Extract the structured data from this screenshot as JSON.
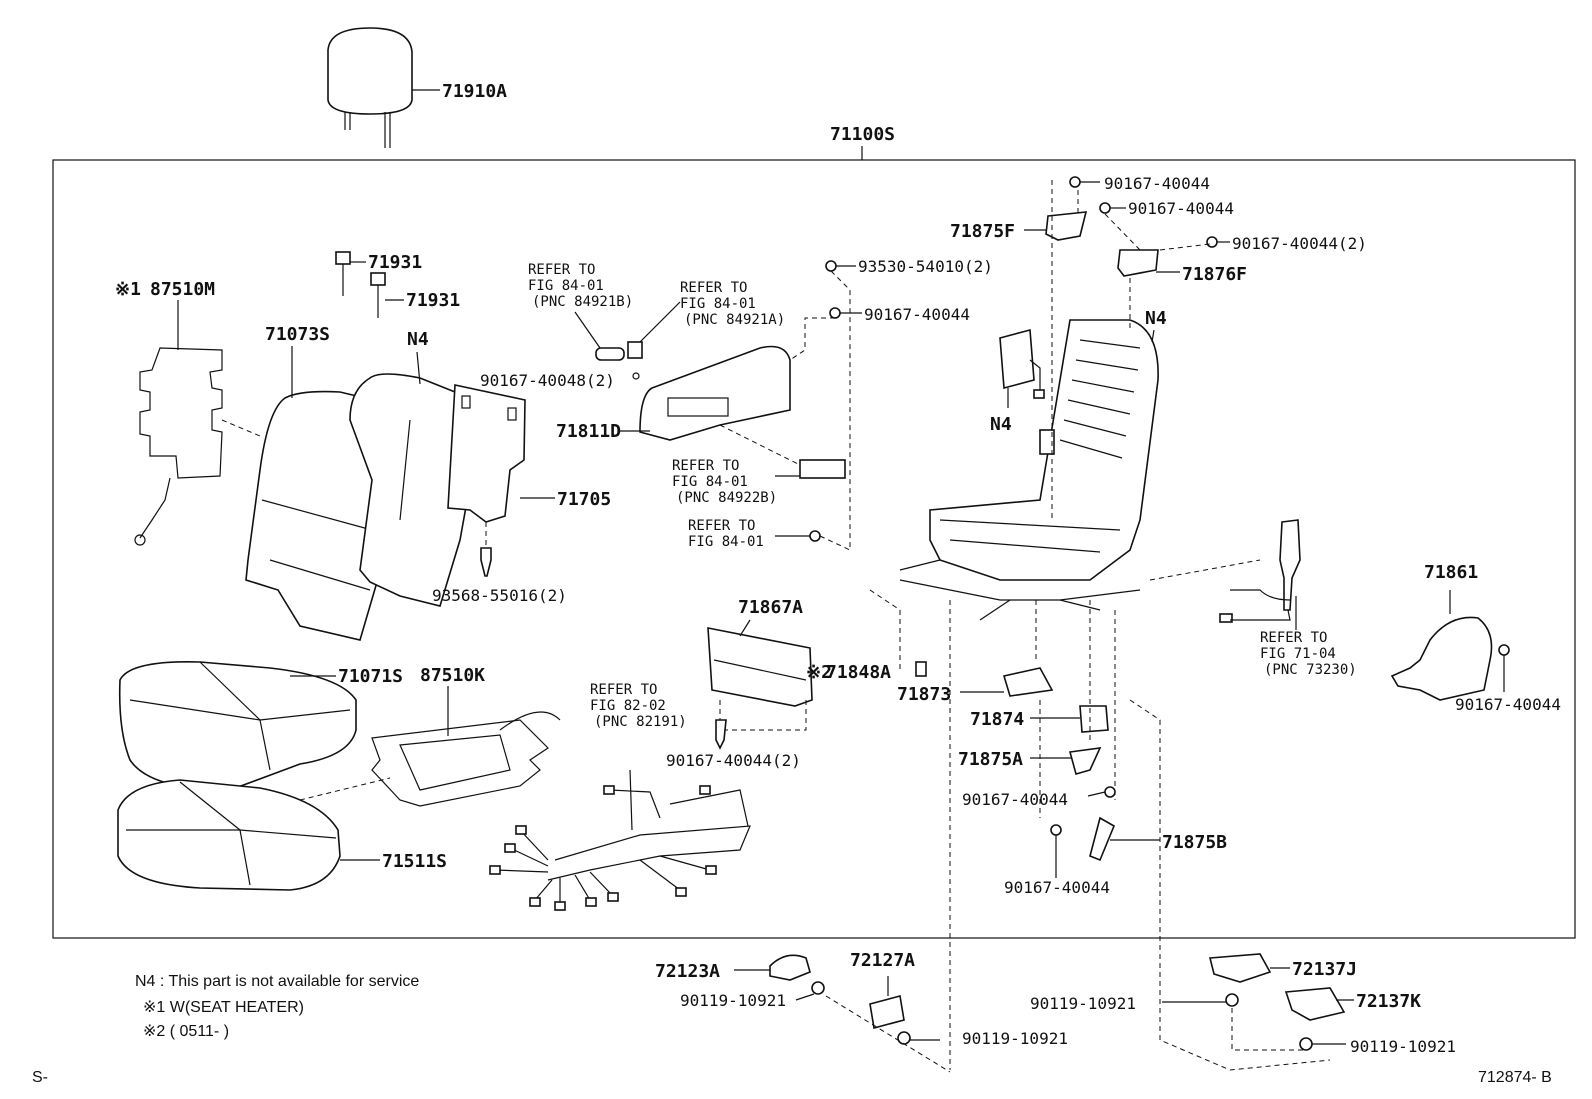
{
  "assembly": "71100S",
  "parts": {
    "headrest": "71910A",
    "guide_1": "71931",
    "guide_2": "71931",
    "heater_back": "87510M",
    "back_cover": "71073S",
    "back_pad": "N4",
    "board": "71705",
    "screw_board": "93568-55016(2)",
    "refer_a": [
      "REFER TO",
      "FIG 84-01",
      "(PNC 84921B)"
    ],
    "refer_b": [
      "REFER TO",
      "FIG 84-01",
      "(PNC 84921A)"
    ],
    "screw_shield_top": "90167-40044",
    "screw_shield_2": "93530-54010(2)",
    "screw_shield_3": "90167-40048(2)",
    "shield": "71811D",
    "refer_c": [
      "REFER TO",
      "FIG 84-01",
      "(PNC 84922B)"
    ],
    "refer_d": [
      "REFER TO",
      "FIG 84-01"
    ],
    "cushion_cover": "71071S",
    "heater_cushion": "87510K",
    "cushion_pad": "71511S",
    "refer_e": [
      "REFER TO",
      "FIG 82-02",
      "(PNC 82191)"
    ],
    "inner_cover": "71867A",
    "clip": "71848A",
    "screw_inner": "90167-40044(2)",
    "frame_n4": "N4",
    "airbag_n4": "N4",
    "screw_top_1": "90167-40044",
    "screw_top_2": "90167-40044",
    "screw_top_3": "90167-40044(2)",
    "hinge_cover_f": "71875F",
    "hinge_cover_inner_f": "71876F",
    "p71873": "71873",
    "p71874": "71874",
    "p71875a": "71875A",
    "screw_71875a": "90167-40044",
    "p71875b": "71875B",
    "screw_71875b": "90167-40044",
    "refer_f": [
      "REFER TO",
      "FIG 71-04",
      "(PNC 73230)"
    ],
    "p71861": "71861",
    "screw_71861": "90167-40044",
    "p72123a": "72123A",
    "screw_72123a": "90119-10921",
    "p72127a": "72127A",
    "screw_72127a": "90119-10921",
    "p72137j": "72137J",
    "screw_72137j": "90119-10921",
    "p72137k": "72137K",
    "screw_72137k": "90119-10921"
  },
  "markers": {
    "m1": "※1",
    "m2": "※2"
  },
  "notes": {
    "n4": "N4 : This part is not available for service",
    "n1": "※1  W(SEAT HEATER)",
    "n2": "※2 ( 0511-          )"
  },
  "footer": {
    "left": "S-",
    "right": "712874- B"
  }
}
